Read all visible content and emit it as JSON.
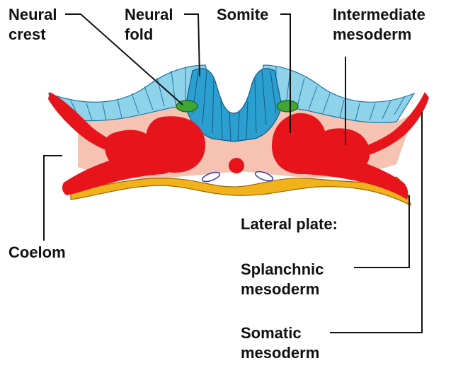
{
  "labels": {
    "neural_crest_1": "Neural",
    "neural_crest_2": "crest",
    "neural_fold_1": "Neural",
    "neural_fold_2": "fold",
    "somite": "Somite",
    "intermediate_1": "Intermediate",
    "intermediate_2": "mesoderm",
    "coelom": "Coelom",
    "lateral_plate": "Lateral plate:",
    "splanchnic_1": "Splanchnic",
    "splanchnic_2": "mesoderm",
    "somatic_1": "Somatic",
    "somatic_2": "mesoderm"
  },
  "colors": {
    "ectoderm": "#8fd3ea",
    "neural_plate": "#2b9fd0",
    "neural_crest": "#3fa535",
    "mesoderm": "#e8141c",
    "mesenchyme": "#f6c2b2",
    "endoderm": "#f2b21c",
    "coelom_cavity": "#ffffff"
  }
}
